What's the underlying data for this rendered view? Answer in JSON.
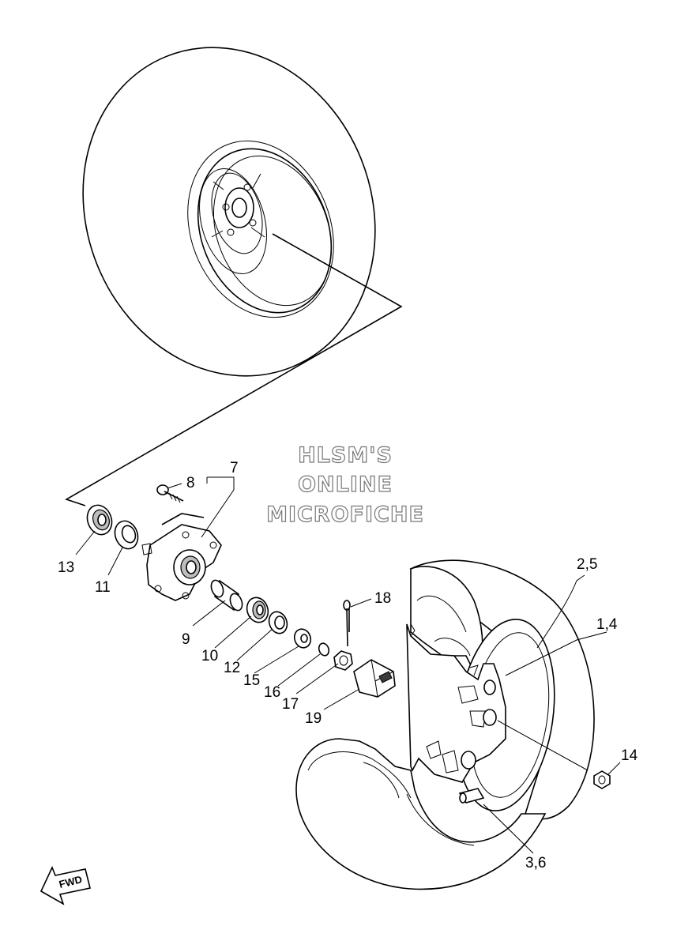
{
  "watermark": {
    "line1": "HLSM'S",
    "line2": "ONLINE",
    "line3": "MICROFICHE"
  },
  "labels": {
    "p1_4": "1,4",
    "p2_5": "2,5",
    "p3_6": "3,6",
    "p7": "7",
    "p8": "8",
    "p9": "9",
    "p10": "10",
    "p11": "11",
    "p12": "12",
    "p13": "13",
    "p14": "14",
    "p15": "15",
    "p16": "16",
    "p17": "17",
    "p18": "18",
    "p19": "19"
  },
  "fwd": "FWD"
}
